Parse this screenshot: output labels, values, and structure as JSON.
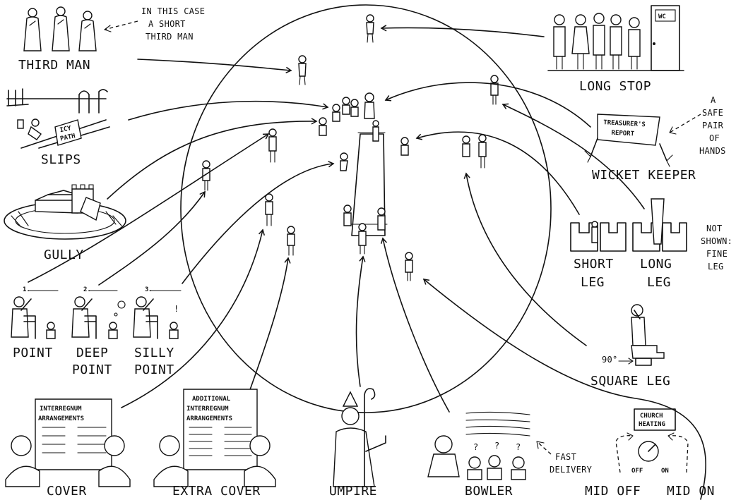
{
  "diagram": {
    "positions": {
      "third_man": "THIRD MAN",
      "slips": "SLIPS",
      "gully": "GULLY",
      "point": "POINT",
      "deep_point": [
        "DEEP",
        "POINT"
      ],
      "silly_point": [
        "SILLY",
        "POINT"
      ],
      "cover": "COVER",
      "extra_cover": "EXTRA COVER",
      "umpire": "UMPIRE",
      "bowler": "BOWLER",
      "mid_off": "MID OFF",
      "mid_on": "MID ON",
      "square_leg": "SQUARE LEG",
      "short_leg": [
        "SHORT",
        "LEG"
      ],
      "long_leg": [
        "LONG",
        "LEG"
      ],
      "wicket_keeper": "WICKET KEEPER",
      "long_stop": "LONG STOP"
    },
    "notes": {
      "third_man": [
        "IN THIS CASE",
        "A SHORT",
        "THIRD MAN"
      ],
      "wicket_keeper": [
        "A",
        "SAFE",
        "PAIR",
        "OF",
        "HANDS"
      ],
      "not_shown": [
        "NOT",
        "SHOWN:",
        "FINE",
        "LEG"
      ],
      "fast_delivery": [
        "FAST",
        "DELIVERY"
      ],
      "degrees": "90°"
    },
    "signs": {
      "icy_path": [
        "ICY",
        "PATH"
      ],
      "wc": "WC",
      "treasurer": [
        "TREASURER'S",
        "REPORT"
      ],
      "interregnum": [
        "INTERREGNUM",
        "ARRANGEMENTS"
      ],
      "additional": [
        "ADDITIONAL",
        "INTERREGNUM",
        "ARRANGEMENTS"
      ],
      "church_heating": [
        "CHURCH",
        "HEATING"
      ],
      "off": "OFF",
      "on": "ON",
      "point_steps": [
        "1.",
        "2.",
        "3."
      ],
      "question": "?",
      "exclaim": "!"
    }
  }
}
